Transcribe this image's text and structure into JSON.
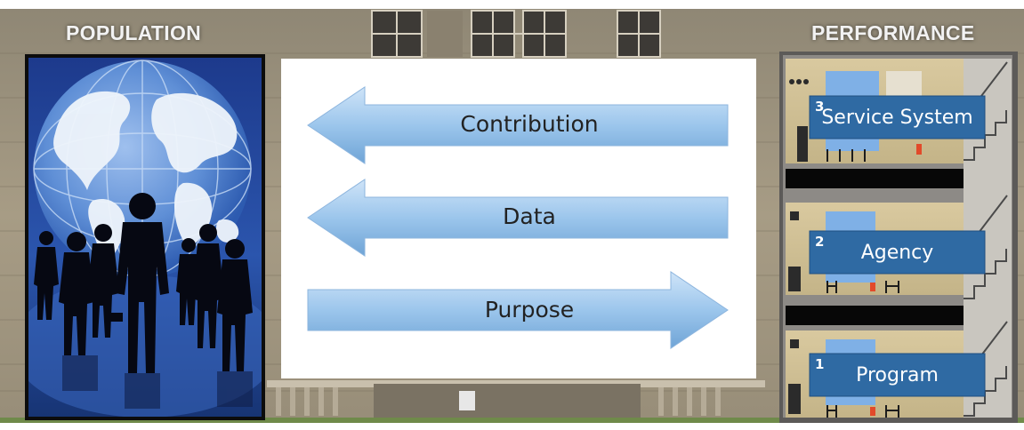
{
  "population": {
    "heading": "POPULATION"
  },
  "performance": {
    "heading": "PERFORMANCE",
    "levels": [
      {
        "number": "3",
        "label": "Service System"
      },
      {
        "number": "2",
        "label": "Agency"
      },
      {
        "number": "1",
        "label": "Program"
      }
    ]
  },
  "arrows": [
    {
      "label": "Contribution",
      "direction": "left"
    },
    {
      "label": "Data",
      "direction": "left"
    },
    {
      "label": "Purpose",
      "direction": "right"
    }
  ],
  "colors": {
    "arrow_fill": "#8fbde6",
    "label_box": "#2f6aa3",
    "population_background": "#1f3f95",
    "stone_wall": "#a69a84"
  }
}
